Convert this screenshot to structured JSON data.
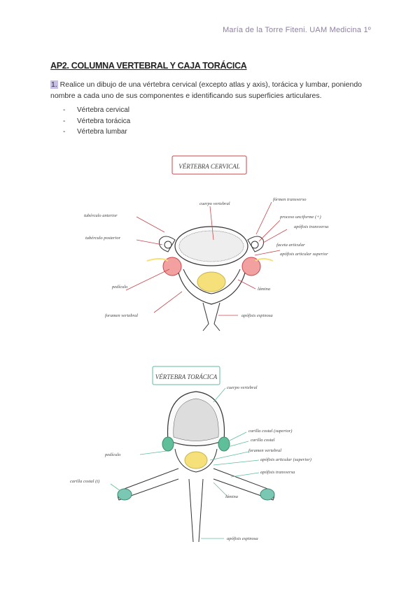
{
  "header": "María de la Torre Fiteni. UAM Medicina 1º",
  "title": "AP2. COLUMNA VERTEBRAL Y CAJA TORÁCICA",
  "question": {
    "number": "1.",
    "text": " Realice un dibujo de una vértebra cervical (excepto atlas y axis), torácica y lumbar, poniendo nombre a cada uno de sus componentes e identificando sus superficies articulares."
  },
  "items": [
    "Vértebra cervical",
    "Vértebra torácica",
    "Vértebra lumbar"
  ],
  "cervical": {
    "heading": "VÉRTEBRA CERVICAL",
    "labels": {
      "tuberculo_anterior": "tubérculo anterior",
      "tuberculo_posterior": "tubérculo posterior",
      "cuerpo": "cuerpo vertebral",
      "foramen_transverso": "fórmen transverso",
      "proceso_uncinado": "proceso unciforme (+)",
      "apofisis_transversa": "apófisis transversa",
      "faceta": "faceta articular",
      "apofisis_articular": "apófisis articular superior",
      "pediculo": "pedículo",
      "lamina": "lámina",
      "foramen_vertebral": "foramen vertebral",
      "apofisis_espinosa": "apófisis espinosa"
    }
  },
  "toracica": {
    "heading": "VÉRTEBRA TORÁCICA",
    "labels": {
      "cuerpo": "cuerpo vertebral",
      "carilla_costal_sup": "carilla costal (superior)",
      "carilla_costal": "carilla costal",
      "pediculo": "pedículo",
      "foramen": "foramen vertebral",
      "apofisis_articular": "apófisis articular (superior)",
      "apofisis_transversa": "apófisis transversa",
      "carilla_transversa": "carilla costal (t)",
      "lamina": "lámina",
      "apofisis_espinosa": "apófisis espinosa"
    }
  },
  "colors": {
    "red": "#c8464b",
    "pink": "#f2a0a0",
    "green": "#5fbf9a",
    "teal": "#7ac8b4",
    "yellow": "#f5e07a",
    "header": "#8e7fa3"
  }
}
